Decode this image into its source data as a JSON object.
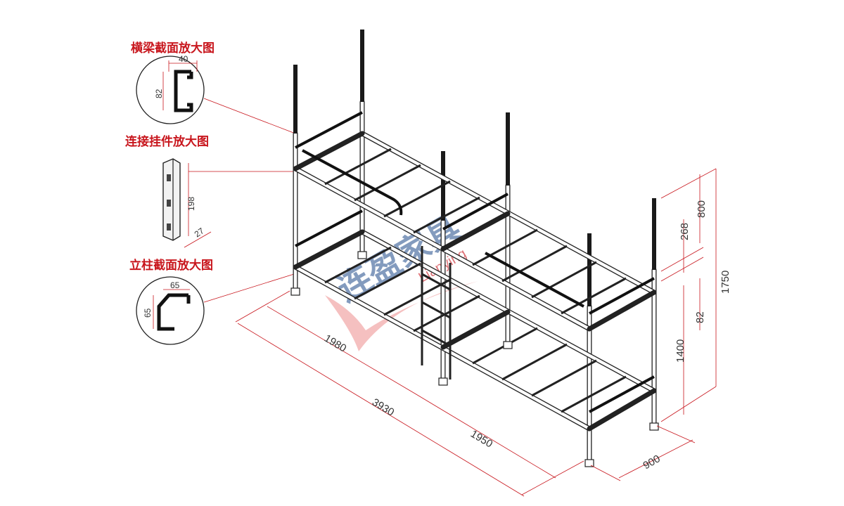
{
  "callouts": {
    "beam": {
      "title": "横梁截面放大图",
      "dim_width": "40",
      "dim_height": "82"
    },
    "hanger": {
      "title": "连接挂件放大图",
      "dim_length": "198",
      "dim_width": "27"
    },
    "post": {
      "title": "立柱截面放大图",
      "dim_width": "65",
      "dim_height": "65"
    }
  },
  "dimensions": {
    "total_length": "3930",
    "bed_length_left": "1980",
    "bed_length_right": "1950",
    "depth": "900",
    "total_height": "1750",
    "upper_section": "800",
    "guard_rail": "268",
    "beam": "82",
    "lower_section": "1400"
  },
  "watermark": {
    "text": "连盈家具",
    "latin": "Lianying"
  },
  "colors": {
    "annotation": "#c8161d",
    "frame": "#222222",
    "watermark": "#1f4a8a"
  }
}
